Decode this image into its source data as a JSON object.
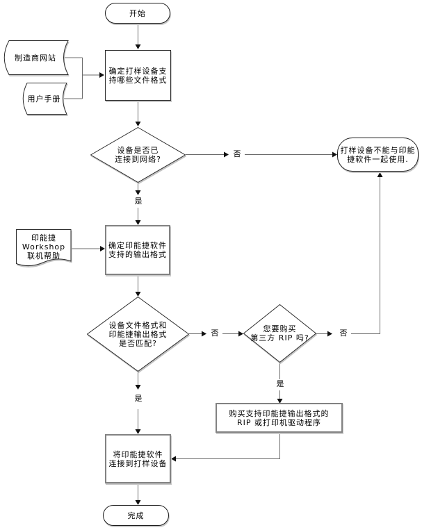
{
  "nodes": {
    "start": {
      "label": "开始"
    },
    "doc_manufacturer": {
      "label": "制造商网站"
    },
    "doc_manual": {
      "label": "用户手册"
    },
    "p1": {
      "lines": [
        "确定打样设备支",
        "持哪些文件格式"
      ]
    },
    "d1": {
      "lines": [
        "设备是否已",
        "连接到网络?"
      ]
    },
    "t_fail": {
      "lines": [
        "打样设备不能与印能",
        "捷软件一起使用."
      ]
    },
    "doc_help": {
      "lines": [
        "印能捷",
        "Workshop",
        "联机帮助"
      ]
    },
    "p2": {
      "lines": [
        "确定印能捷软件",
        "支持的输出格式"
      ]
    },
    "d2": {
      "lines": [
        "设备文件格式和",
        "印能捷输出格式",
        "是否匹配?"
      ]
    },
    "d3": {
      "lines": [
        "您要购买",
        "第三方 RIP 吗?"
      ]
    },
    "p3": {
      "lines": [
        "购买支持印能捷输出格式的",
        "RIP 或打印机驱动程序"
      ]
    },
    "p4": {
      "lines": [
        "将印能捷软件",
        "连接到打样设备"
      ]
    },
    "end": {
      "label": "完成"
    }
  },
  "edge_labels": {
    "d1_no": "否",
    "d1_yes": "是",
    "d2_no": "否",
    "d2_yes": "是",
    "d3_no": "否",
    "d3_yes": "是"
  },
  "colors": {
    "line": "#6b6b6b",
    "arrow": "#111111",
    "shape_border": "#2b2b2b",
    "gray_border": "#828282",
    "shadow": "#c2c2c2"
  }
}
